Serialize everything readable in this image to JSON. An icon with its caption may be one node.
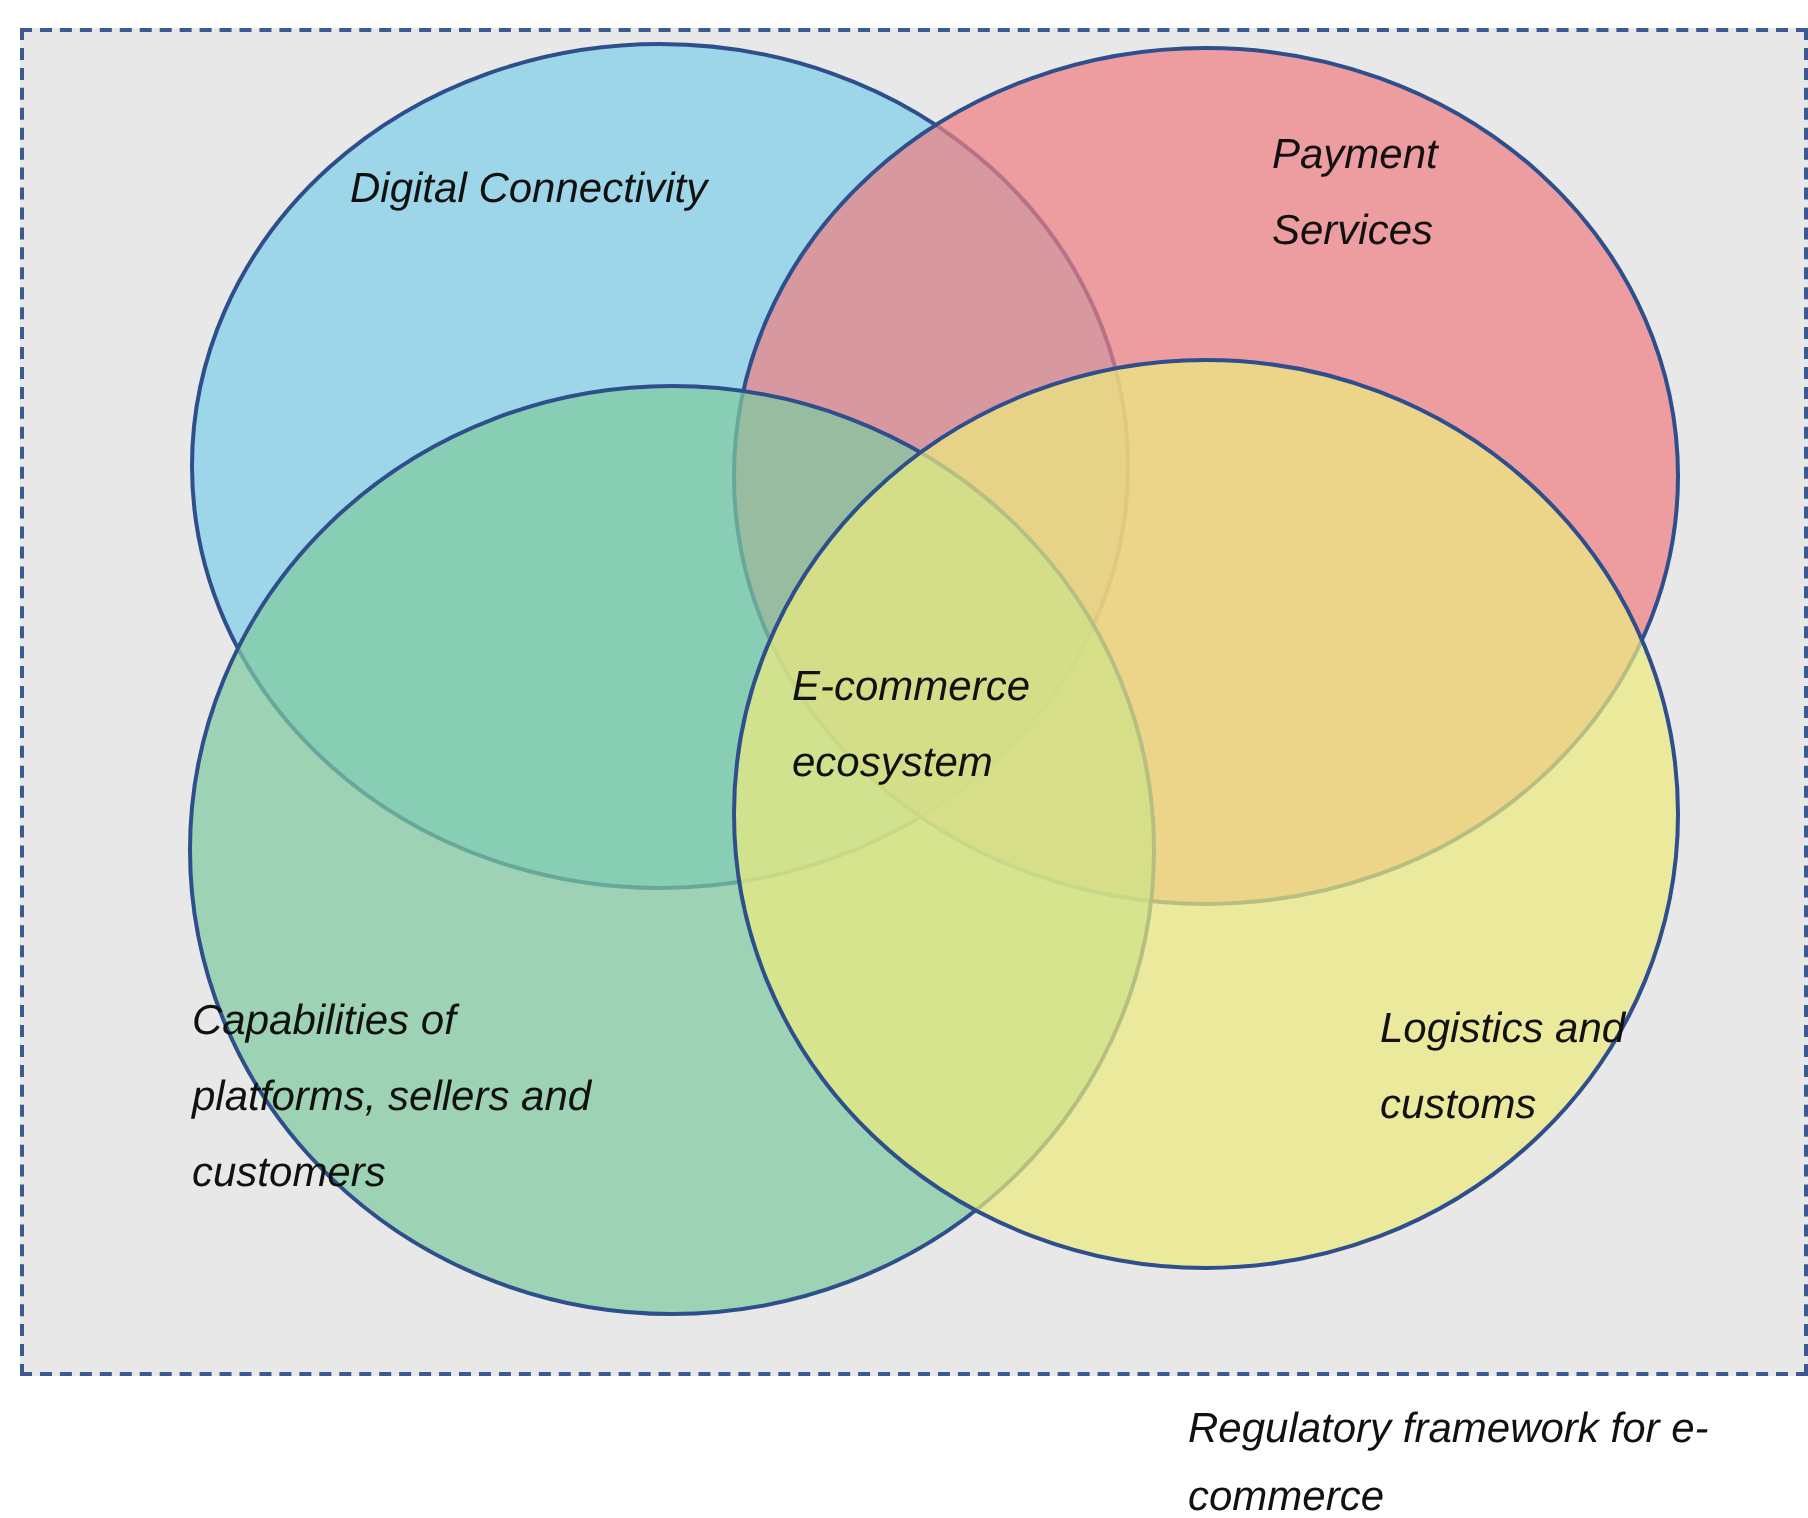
{
  "diagram": {
    "nodes": [
      {
        "text": [
          "Regulatory framework for e-commerce"
        ]
      },
      {
        "text": [
          "Digital Connectivity"
        ],
        "in": 0
      },
      {
        "text": [
          "Payment Services"
        ],
        "in": 0
      },
      {
        "text": [
          "Capabilities of platforms, sellers and customers"
        ],
        "in": 0
      },
      {
        "text": [
          "Logistics and customs"
        ],
        "in": 0
      }
    ],
    "edges": [],
    "labels": [
      "E-commerce ecosystem"
    ]
  }
}
